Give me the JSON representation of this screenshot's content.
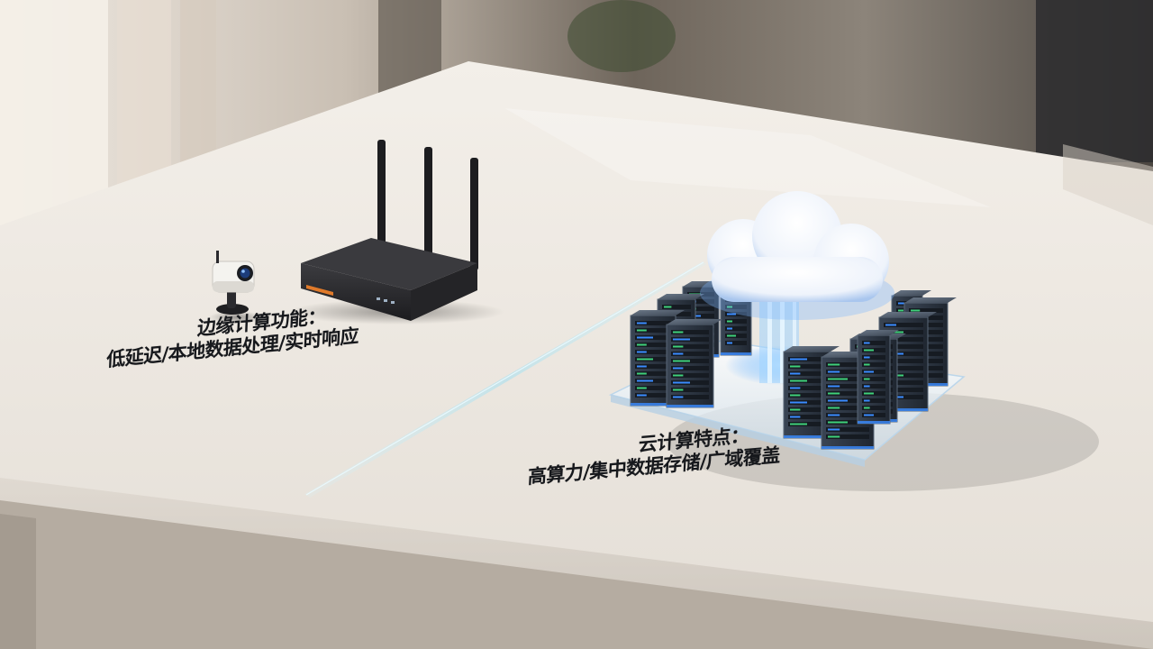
{
  "scene": {
    "colors": {
      "table_top": "#ebe6df",
      "table_edge": "#cfc8bf",
      "wall": "#5a524a",
      "glass_divider": "#bfe2ea",
      "server_body": "#2b3440",
      "server_led_green": "#3fd07a",
      "server_led_blue": "#3a8bff",
      "cloud": "#f4f7fb",
      "glow": "#7fc4ff",
      "router_body": "#2a2a2c",
      "router_accent": "#e07a2a",
      "camera_body": "#f2f2f0",
      "camera_lens": "#1c3c7a"
    },
    "objects": [
      {
        "name": "security-camera"
      },
      {
        "name": "wifi-router",
        "antennas": 3
      },
      {
        "name": "glass-divider"
      },
      {
        "name": "cloud-server-cluster",
        "server_count": 12
      }
    ]
  },
  "labels": {
    "edge": {
      "line1": "边缘计算功能：",
      "line2": "低延迟/本地数据处理/实时响应"
    },
    "cloud": {
      "line1": "云计算特点：",
      "line2": "高算力/集中数据存储/广域覆盖"
    }
  }
}
